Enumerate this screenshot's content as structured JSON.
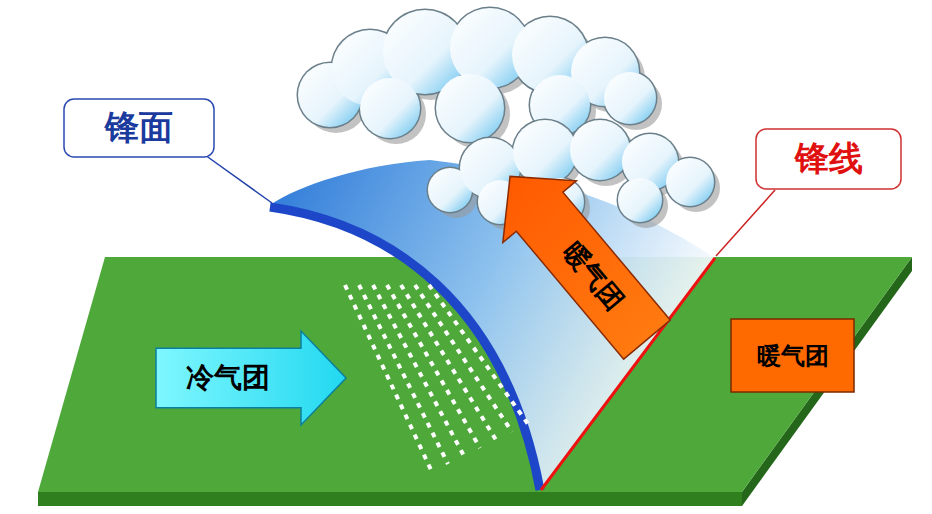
{
  "diagram": {
    "nodes": [
      {
        "text": [
          "锋面"
        ]
      },
      {
        "text": [
          "锋线"
        ]
      },
      {
        "text": [
          "暖气团"
        ]
      },
      {
        "text": [
          "冷气团"
        ]
      },
      {
        "text": [
          "暖气团"
        ]
      }
    ]
  }
}
